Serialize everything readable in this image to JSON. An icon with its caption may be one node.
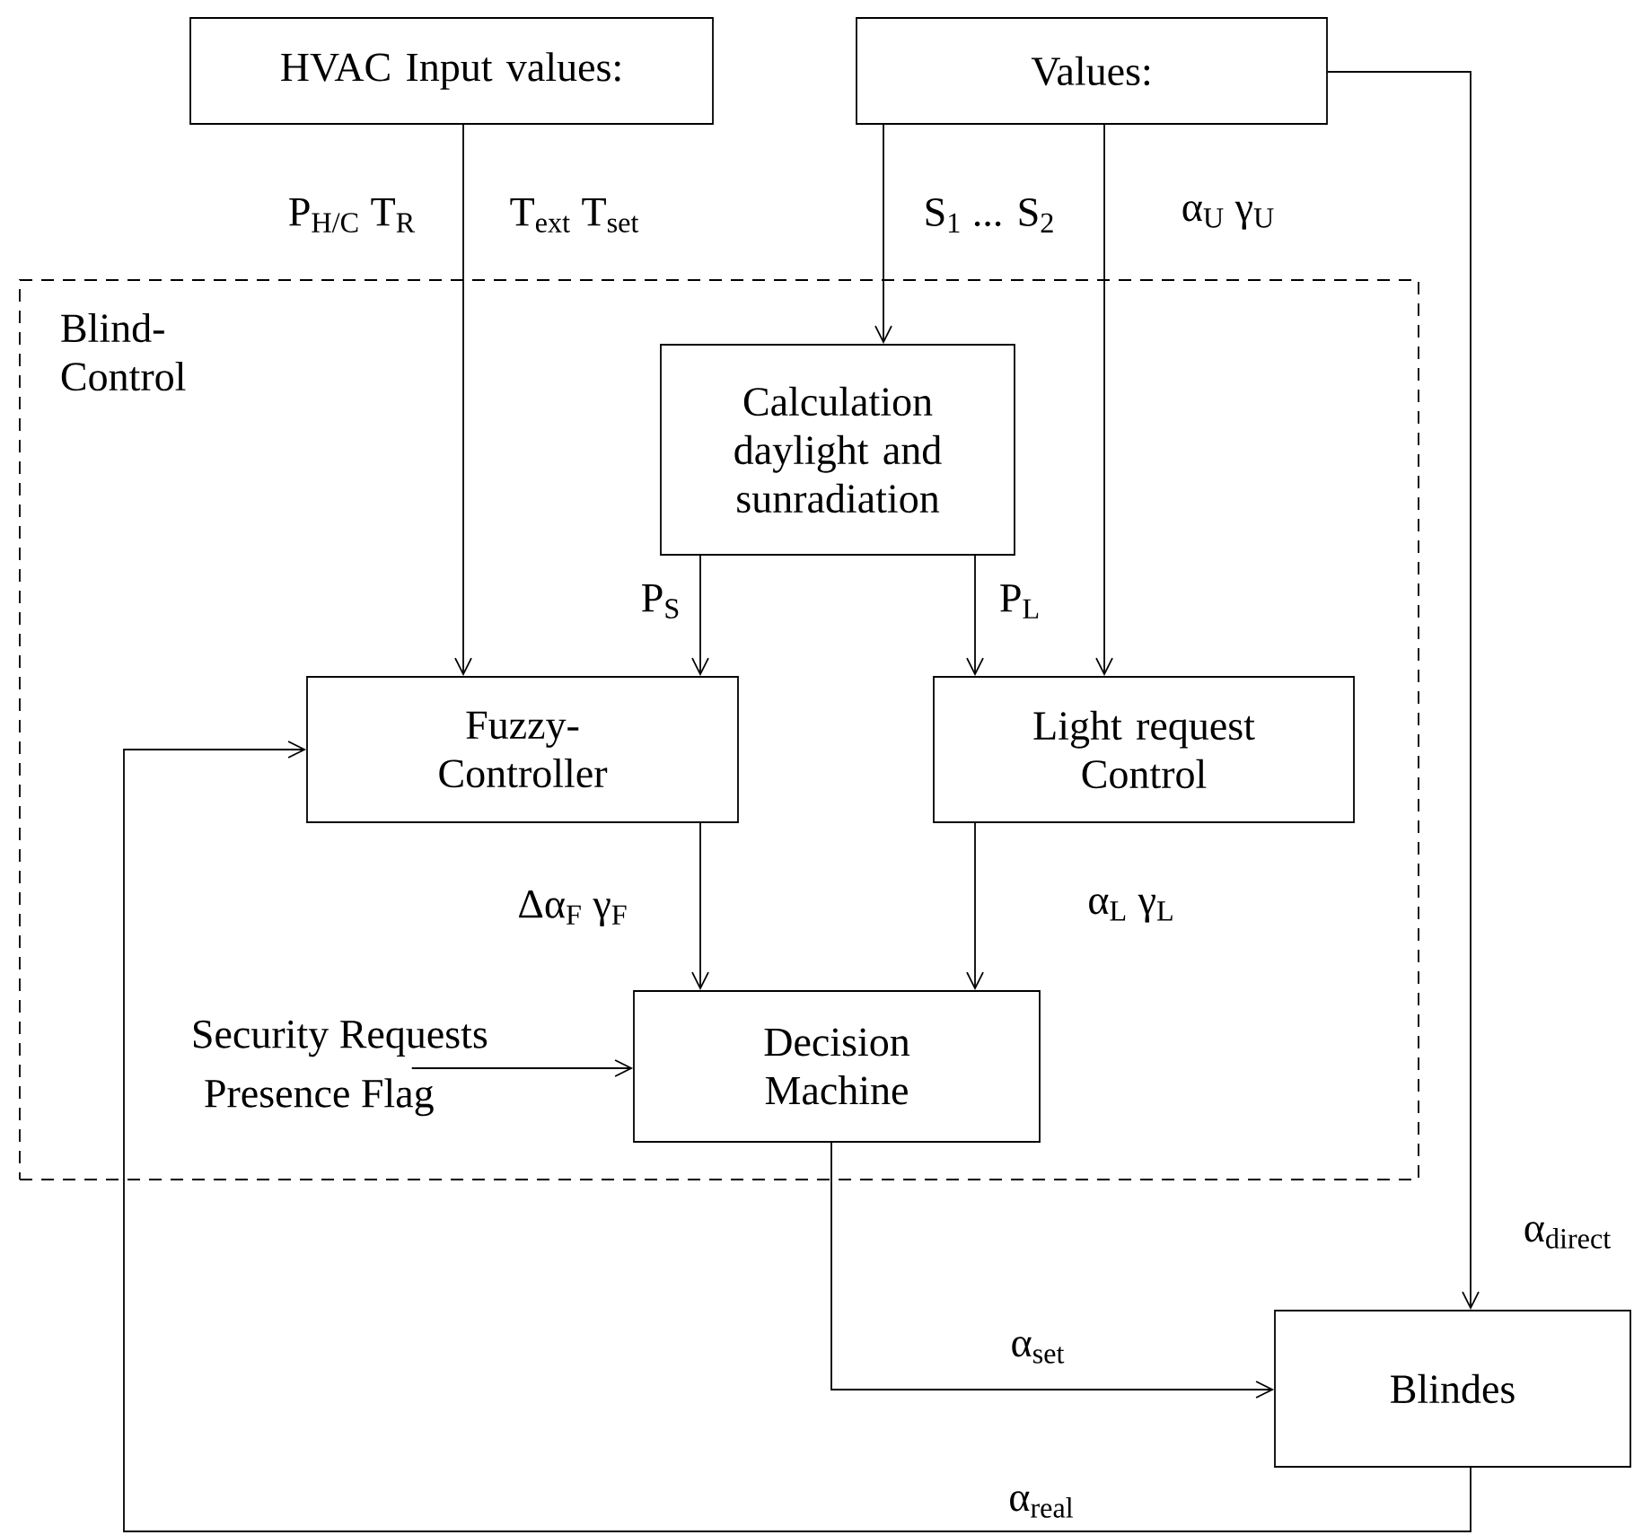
{
  "diagram": {
    "nodes": [
      {
        "text": [
          "HVAC  Input values:"
        ]
      },
      {
        "text": [
          "Values:"
        ]
      },
      {
        "text": [
          "Blind- Control"
        ]
      },
      {
        "text": [
          "Calculation daylight and sunradiation"
        ],
        "in": 2
      },
      {
        "text": [
          "Fuzzy- Controller"
        ],
        "in": 2
      },
      {
        "text": [
          "Light request Control"
        ],
        "in": 2
      },
      {
        "text": [
          "Decision Machine"
        ],
        "in": 2
      },
      {
        "text": [
          "Blindes"
        ]
      },
      {
        "text": [
          "Security  Requests",
          "Presence Flag"
        ],
        "in": 2
      }
    ],
    "edges": [
      {
        "from": 0,
        "to": 4,
        "arrow": "to"
      },
      {
        "from": 1,
        "to": 3,
        "arrow": "to",
        "label": "S$_{1}$ ... S$_{2}$"
      },
      {
        "from": 1,
        "to": 5,
        "arrow": "to",
        "label": "α$_{U}$  γ$_{U}$"
      },
      {
        "from": 1,
        "to": 7,
        "arrow": "to",
        "label": "α$_{direct}$"
      },
      {
        "from": 3,
        "to": 4,
        "arrow": "to",
        "label": "P$_{S}$"
      },
      {
        "from": 3,
        "to": 5,
        "arrow": "to",
        "label": "P$_{L}$"
      },
      {
        "from": 4,
        "to": 6,
        "arrow": "to",
        "label": "Δα$_{F}$  γ$_{F}$"
      },
      {
        "from": 5,
        "to": 6,
        "arrow": "to",
        "label": "α$_{L}$  γ$_{L}$"
      },
      {
        "from": 8,
        "to": 6,
        "arrow": "to"
      },
      {
        "from": 6,
        "to": 7,
        "arrow": "to",
        "label": "α$_{set}$"
      },
      {
        "from": 7,
        "to": 4,
        "arrow": "to",
        "label": "α$_{real}$"
      }
    ],
    "labels": [
      "P$_{H/C}$  T$_{R}$",
      "T$_{ext}$ T$_{set}$"
    ]
  }
}
